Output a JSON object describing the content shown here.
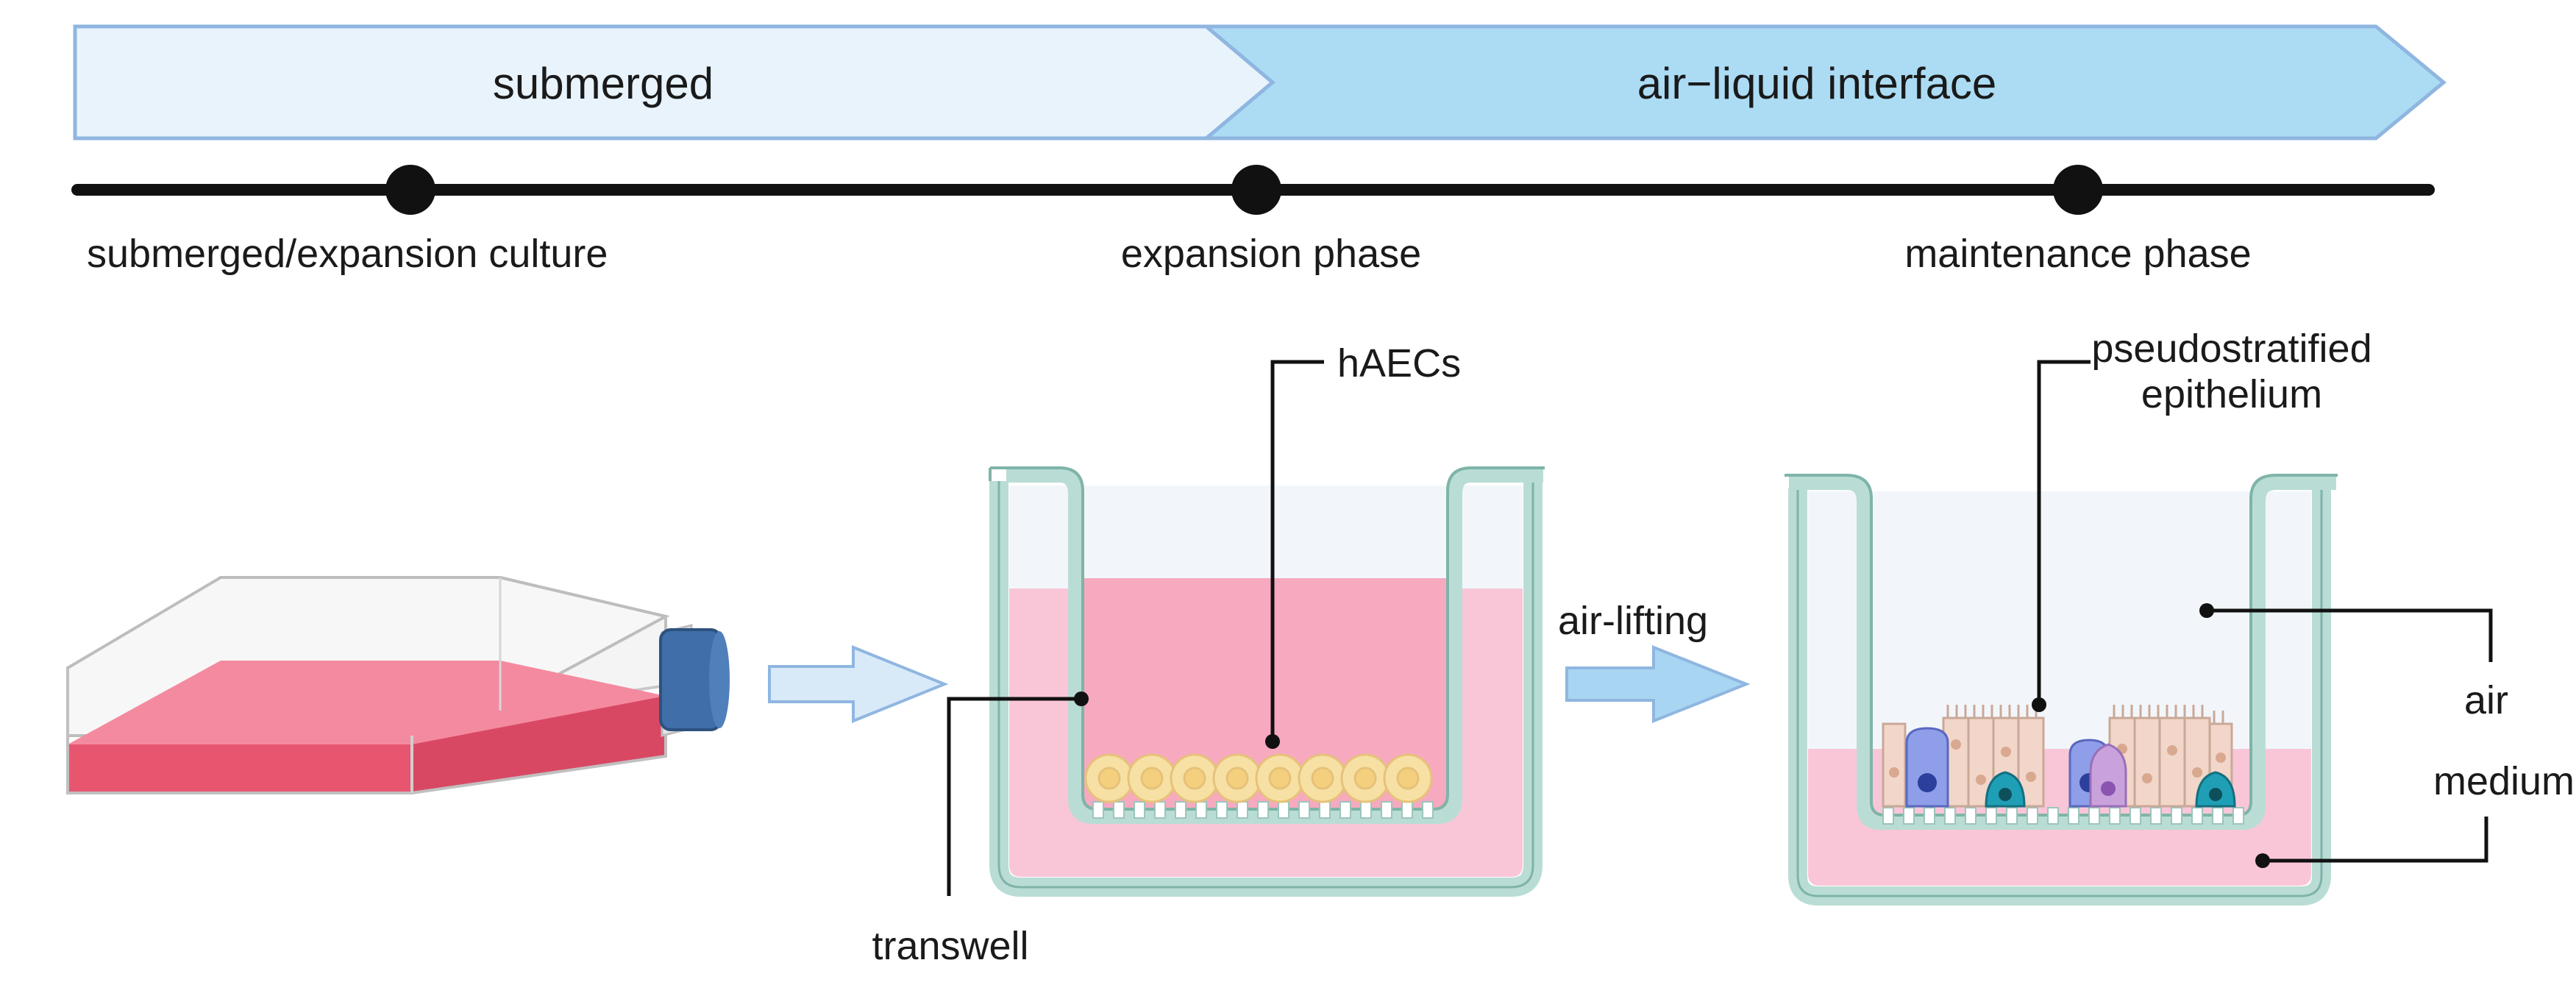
{
  "banner": {
    "left_label": "submerged",
    "right_label": "air−liquid interface",
    "left_color": "#e8f3fc",
    "right_color": "#acdcf4",
    "border_color": "#8fb6e0"
  },
  "timeline": {
    "line_color": "#111111",
    "points": [
      {
        "label": "submerged/expansion culture"
      },
      {
        "label": "expansion phase"
      },
      {
        "label": "maintenance phase"
      }
    ]
  },
  "labels": {
    "hAECs": "hAECs",
    "pseudo_line1": "pseudostratified",
    "pseudo_line2": "epithelium",
    "air_lifting": "air-lifting",
    "air": "air",
    "medium": "medium",
    "transwell": "transwell"
  },
  "colors": {
    "well_wall": "#b9ddd5",
    "well_stroke": "#7fb4a8",
    "medium_pink": "#f9c6d8",
    "medium_deep": "#f6a9bf",
    "flask_medium": "#e8556f",
    "flask_cap": "#3f6ea8",
    "arrow_fill": "#d8eaf8",
    "arrow_fill2": "#a8d6f2",
    "cell_yellow": "#f7e0a4"
  }
}
